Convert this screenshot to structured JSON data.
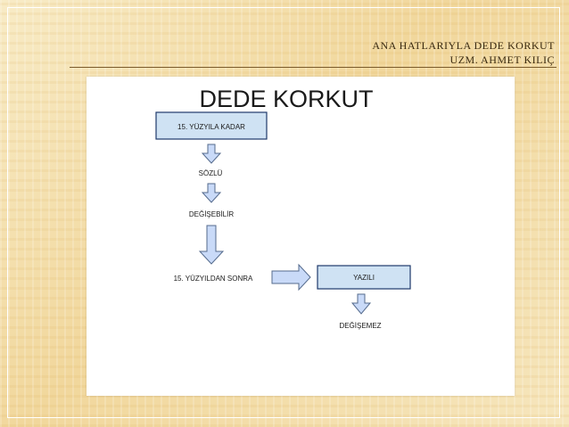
{
  "header": {
    "title": "ANA HATLARIYLA DEDE KORKUT",
    "author": "UZM. AHMET KILIÇ"
  },
  "diagram": {
    "title": "DEDE KORKUT",
    "nodes": {
      "before": "15. YÜZYILA KADAR",
      "oral": "SÖZLÜ",
      "changeable": "DEĞİŞEBİLİR",
      "after": "15. YÜZYILDAN SONRA",
      "written": "YAZILI",
      "unchangeable": "DEĞİŞEMEZ"
    }
  },
  "colors": {
    "box_fill": "#cfe2f3",
    "box_stroke": "#1f3a6b",
    "arrow_fill": "#c9daf8",
    "arrow_stroke": "#556b8d",
    "background": "#f5e3b4"
  }
}
